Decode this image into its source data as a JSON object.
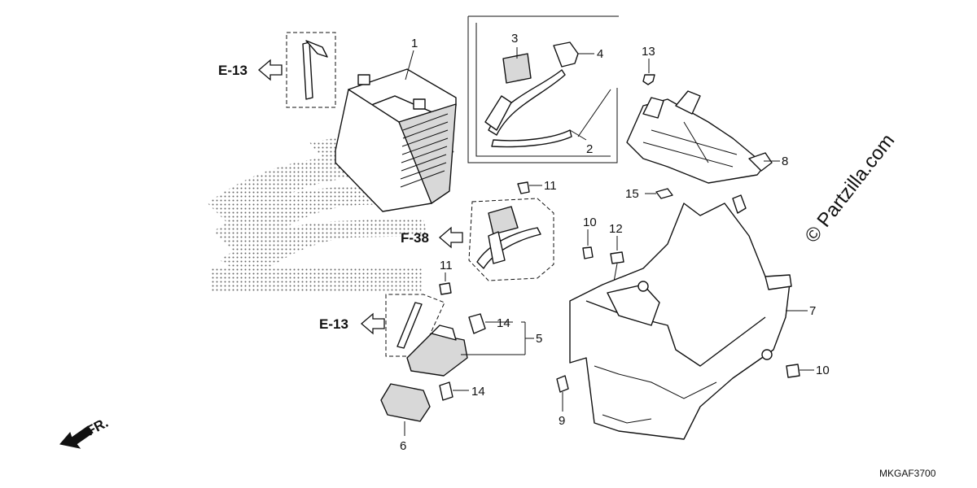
{
  "callouts": {
    "c1": "1",
    "c2": "2",
    "c3": "3",
    "c4": "4",
    "c5": "5",
    "c6": "6",
    "c7": "7",
    "c8": "8",
    "c9": "9",
    "c10a": "10",
    "c10b": "10",
    "c11a": "11",
    "c11b": "11",
    "c12": "12",
    "c13": "13",
    "c14a": "14",
    "c14b": "14",
    "c15": "15"
  },
  "references": {
    "e13_top": "E-13",
    "f38": "F-38",
    "e13_bottom": "E-13",
    "front": "FR."
  },
  "diagram_code": "MKGAF3700",
  "watermark": "© Partzilla.com",
  "icons": [
    "front-direction-arrow-icon",
    "reference-arrow-icon"
  ]
}
